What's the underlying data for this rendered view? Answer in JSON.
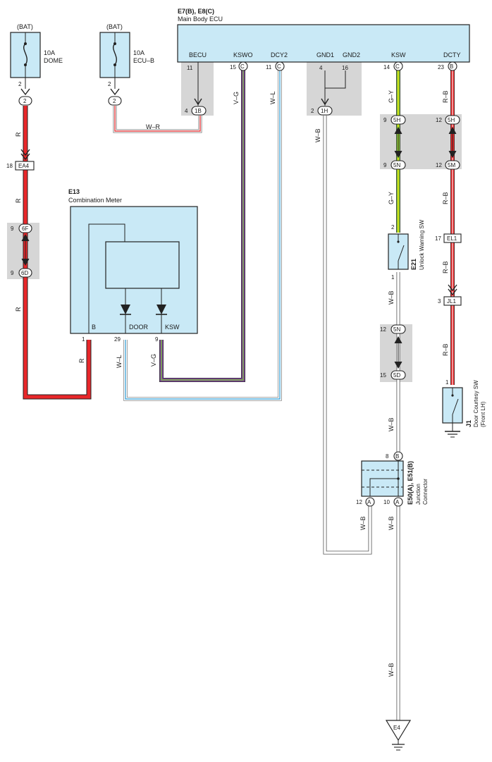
{
  "fuses": [
    {
      "source": "(BAT)",
      "rating": "10A",
      "name": "DOME",
      "pin_in": "2",
      "pin_out": "2"
    },
    {
      "source": "(BAT)",
      "rating": "10A",
      "name": "ECU–B",
      "pin_in": "2",
      "pin_out": "2"
    }
  ],
  "main_ecu": {
    "code": "E7(B), E8(C)",
    "name": "Main Body ECU",
    "terminals": [
      "BECU",
      "KSWO",
      "DCY2",
      "GND1",
      "GND2",
      "KSW",
      "DCTY"
    ],
    "pins": [
      "11",
      "15",
      "11",
      "4",
      "16",
      "14",
      "23"
    ],
    "conn_letters": [
      "C",
      "C",
      "C",
      "B"
    ]
  },
  "connectors": {
    "ea4": {
      "pin": "18",
      "label": "EA4"
    },
    "c6f": {
      "pin": "9",
      "label": "6F"
    },
    "c6d": {
      "pin": "9",
      "label": "6D"
    },
    "c1b": {
      "pin": "4",
      "label": "1B"
    },
    "c1h": {
      "pin": "2",
      "label": "1H"
    },
    "c5h_a": {
      "pin": "9",
      "label": "5H"
    },
    "c5n_a": {
      "pin": "9",
      "label": "5N"
    },
    "c5h_b": {
      "pin": "12",
      "label": "5H"
    },
    "c5m": {
      "pin": "12",
      "label": "5M"
    },
    "el1": {
      "pin": "17",
      "label": "EL1"
    },
    "jl1": {
      "pin": "3",
      "label": "JL1"
    },
    "c5n_b": {
      "pin": "12",
      "label": "5N"
    },
    "c5d": {
      "pin": "15",
      "label": "5D"
    }
  },
  "combination_meter": {
    "code": "E13",
    "name": "Combination Meter",
    "terminals": [
      "B",
      "DOOR",
      "KSW"
    ],
    "pins": [
      "1",
      "29",
      "9"
    ]
  },
  "unlock_sw": {
    "code": "E21",
    "name": "Unlock Warning SW",
    "pin_top": "2",
    "pin_bottom": "1"
  },
  "door_sw": {
    "code": "J1",
    "name": "Door Courtesy SW",
    "name2": "(Front LH)",
    "pin": "1"
  },
  "junction": {
    "code": "E50(A), E51(B)",
    "name": "Junction",
    "name2": "Connector",
    "pin_top": "8",
    "letter_top": "B",
    "pin_left": "12",
    "letter_left": "A",
    "pin_right": "10",
    "letter_right": "A"
  },
  "ground": {
    "label": "E4"
  },
  "wire_labels": {
    "r": "R",
    "wr": "W–R",
    "vg": "V–G",
    "wl": "W–L",
    "wb": "W–B",
    "gy": "G–Y",
    "rb": "R–B"
  },
  "colors": {
    "red": "#e8272a",
    "white": "#ffffff",
    "green": "#7cc242",
    "yellow": "#f2e600",
    "violet": "#7b3f98",
    "blue": "#4aa8d8",
    "meter_fill": "#c9e9f6",
    "shade": "#d6d6d6"
  }
}
